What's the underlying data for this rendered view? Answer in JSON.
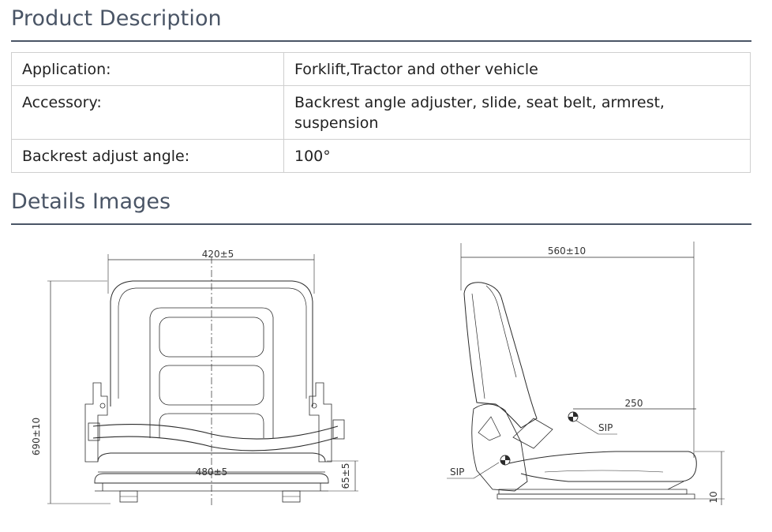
{
  "product_description": {
    "title": "Product Description",
    "rows": [
      {
        "label": "Application:",
        "value": "Forklift,Tractor and other vehicle"
      },
      {
        "label": "Accessory:",
        "value": "Backrest angle adjuster, slide, seat belt, armrest, suspension"
      },
      {
        "label": "Backrest adjust angle:",
        "value": "100°"
      }
    ]
  },
  "details_images": {
    "title": "Details Images",
    "front_view": {
      "width_top": "420±5",
      "width_bottom": "480±5",
      "height_total": "690±10",
      "height_base": "65±5"
    },
    "side_view": {
      "depth_total": "560±10",
      "sip_offset": "250",
      "sip_label_upper": "SIP",
      "sip_label_lower": "SIP",
      "base_height": "10"
    }
  }
}
